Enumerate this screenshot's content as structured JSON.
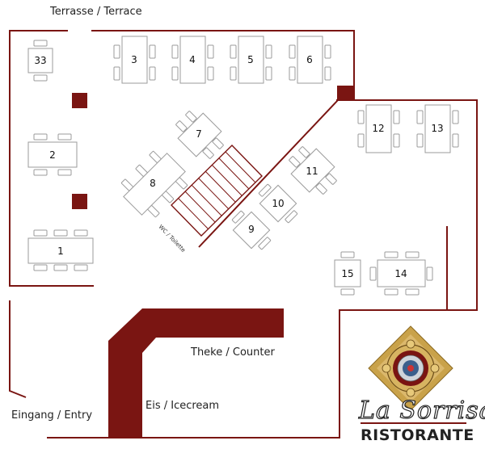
{
  "labels": {
    "terrace": "Terrasse / Terrace",
    "counter": "Theke / Counter",
    "icecream": "Eis / Icecream",
    "entry": "Eingang / Entry",
    "wc": "WC / Toilette"
  },
  "tables": {
    "t1": "1",
    "t2": "2",
    "t3": "3",
    "t4": "4",
    "t5": "5",
    "t6": "6",
    "t7": "7",
    "t8": "8",
    "t9": "9",
    "t10": "10",
    "t11": "11",
    "t12": "12",
    "t13": "13",
    "t14": "14",
    "t15": "15",
    "t33": "33"
  },
  "brand": {
    "name": "La Sorrisa",
    "subtitle": "RISTORANTE"
  },
  "colors": {
    "wall": "#7a1512",
    "table_stroke": "#9b9b9b",
    "logo_gold": "#c9a24a"
  }
}
